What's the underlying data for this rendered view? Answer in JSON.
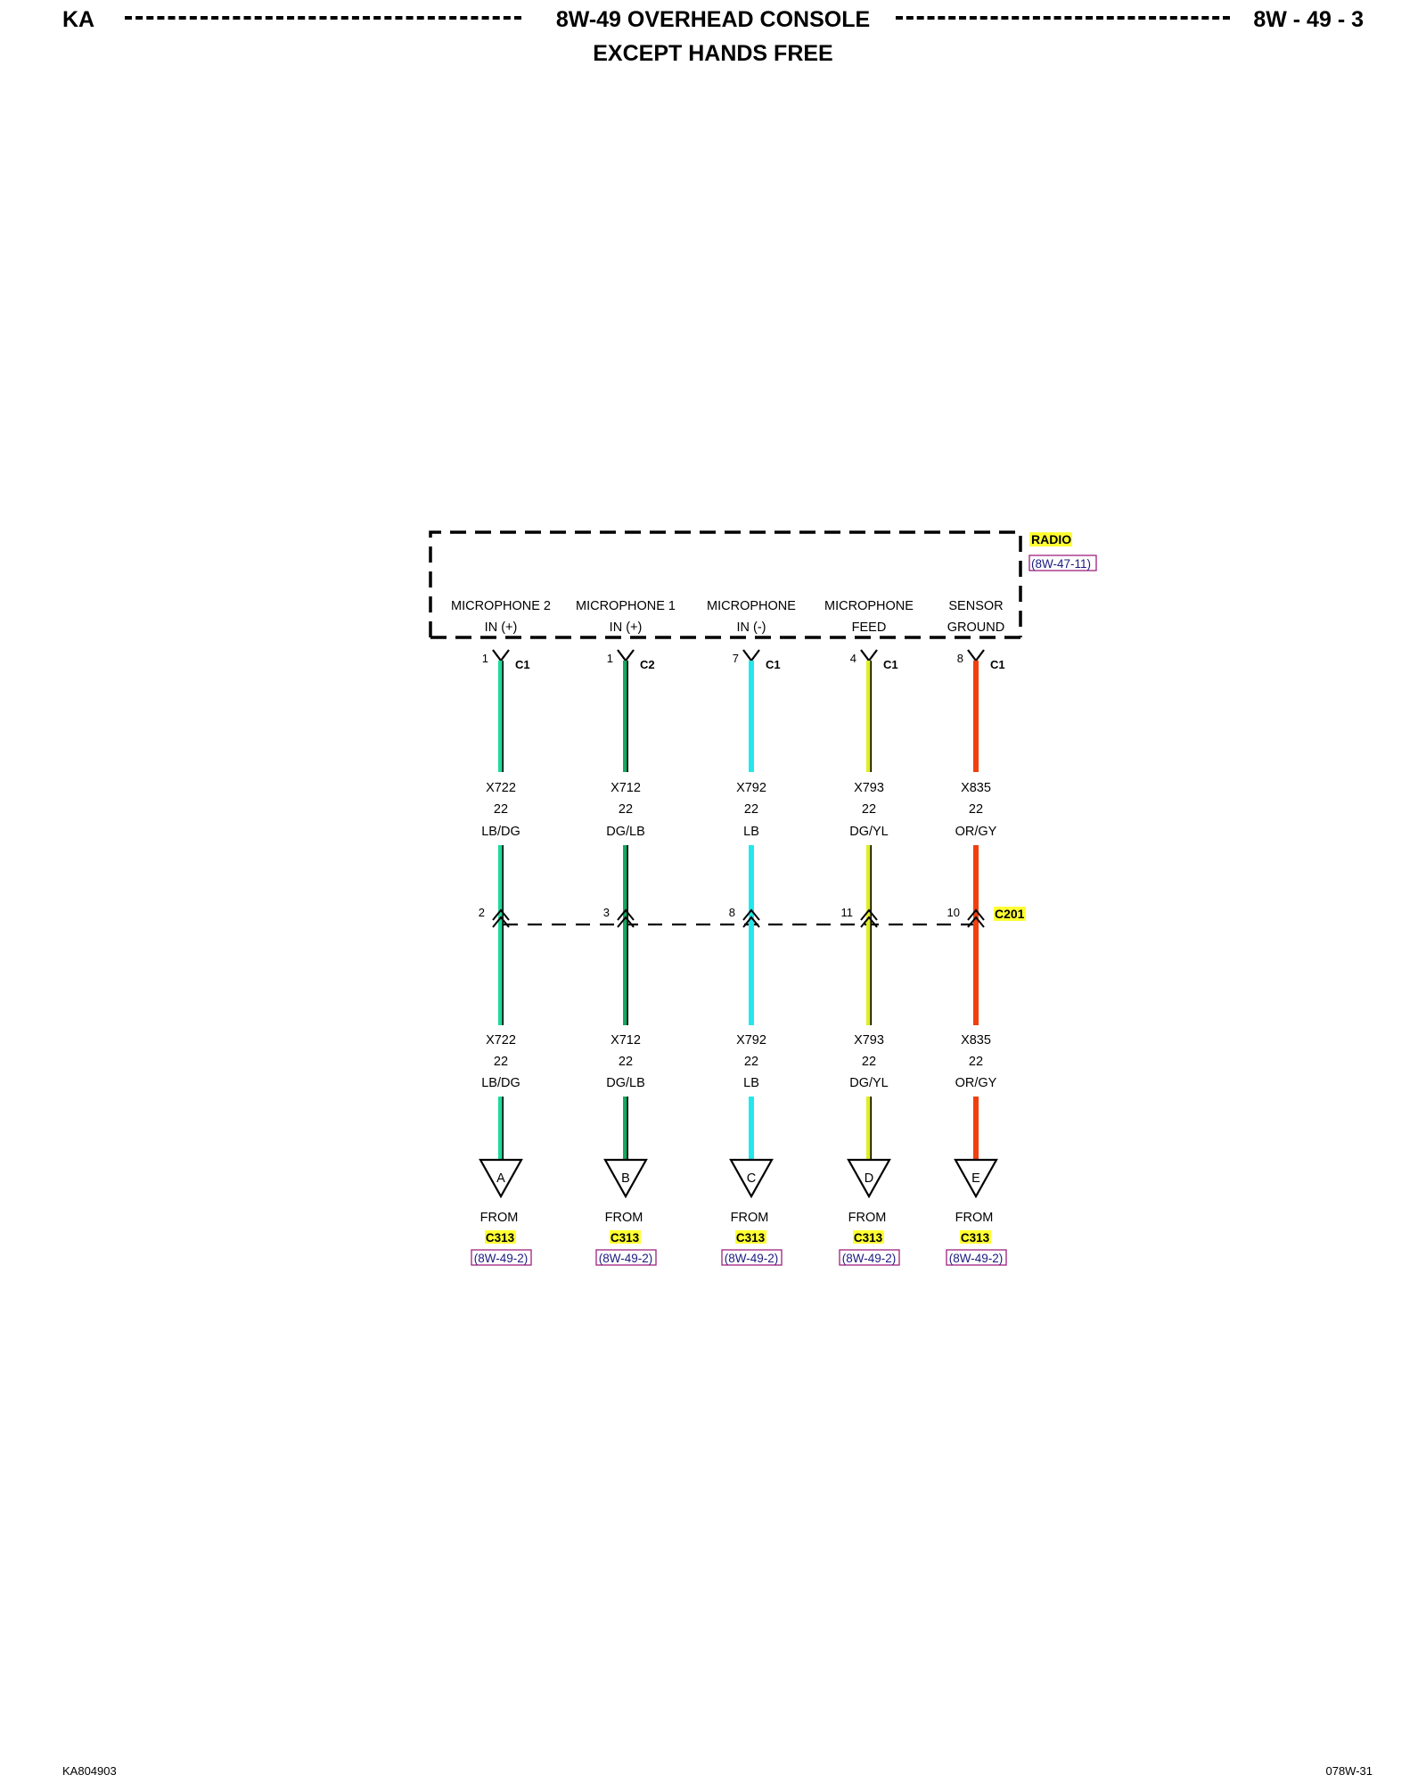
{
  "header": {
    "left": "KA",
    "title": "8W-49 OVERHEAD CONSOLE",
    "subtitle": "EXCEPT HANDS FREE",
    "right": "8W - 49 - 3"
  },
  "footer": {
    "left": "KA804903",
    "right": "078W-31"
  },
  "module": {
    "name": "RADIO",
    "ref": "(8W-47-11)"
  },
  "splice_connector": {
    "name": "C201"
  },
  "circuits": [
    {
      "func_line1": "MICROPHONE 2",
      "func_line2": "IN (+)",
      "top_pin": "1",
      "top_conn": "C1",
      "wire": "X722",
      "gauge": "22",
      "color_code": "LB/DG",
      "mid_pin": "2",
      "letter": "A",
      "from": "FROM",
      "from_conn": "C313",
      "from_ref": "(8W-49-2)",
      "wire_color": "#1fd99a",
      "tracer_color": "#000000"
    },
    {
      "func_line1": "MICROPHONE 1",
      "func_line2": "IN (+)",
      "top_pin": "1",
      "top_conn": "C2",
      "wire": "X712",
      "gauge": "22",
      "color_code": "DG/LB",
      "mid_pin": "3",
      "letter": "B",
      "from": "FROM",
      "from_conn": "C313",
      "from_ref": "(8W-49-2)",
      "wire_color": "#12a860",
      "tracer_color": "#000000"
    },
    {
      "func_line1": "MICROPHONE",
      "func_line2": "IN (-)",
      "top_pin": "7",
      "top_conn": "C1",
      "wire": "X792",
      "gauge": "22",
      "color_code": "LB",
      "mid_pin": "8",
      "letter": "C",
      "from": "FROM",
      "from_conn": "C313",
      "from_ref": "(8W-49-2)",
      "wire_color": "#22e8ee",
      "tracer_color": ""
    },
    {
      "func_line1": "MICROPHONE",
      "func_line2": "FEED",
      "top_pin": "4",
      "top_conn": "C1",
      "wire": "X793",
      "gauge": "22",
      "color_code": "DG/YL",
      "mid_pin": "11",
      "letter": "D",
      "from": "FROM",
      "from_conn": "C313",
      "from_ref": "(8W-49-2)",
      "wire_color": "#e0ee22",
      "tracer_color": "#000000"
    },
    {
      "func_line1": "SENSOR",
      "func_line2": "GROUND",
      "top_pin": "8",
      "top_conn": "C1",
      "wire": "X835",
      "gauge": "22",
      "color_code": "OR/GY",
      "mid_pin": "10",
      "letter": "E",
      "from": "FROM",
      "from_conn": "C313",
      "from_ref": "(8W-49-2)",
      "wire_color": "#f04010",
      "tracer_color": ""
    }
  ]
}
